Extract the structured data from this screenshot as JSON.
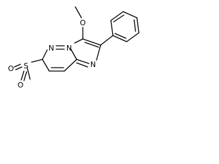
{
  "atoms": {
    "oxygen_methoxy": "O",
    "nitrogen_pyridazine": "N",
    "nitrogen_bridgehead": "N",
    "nitrogen_imidazole": "N",
    "sulfur": "S",
    "oxygen_sulfonyl_top": "O",
    "oxygen_sulfonyl_bottom": "O"
  }
}
